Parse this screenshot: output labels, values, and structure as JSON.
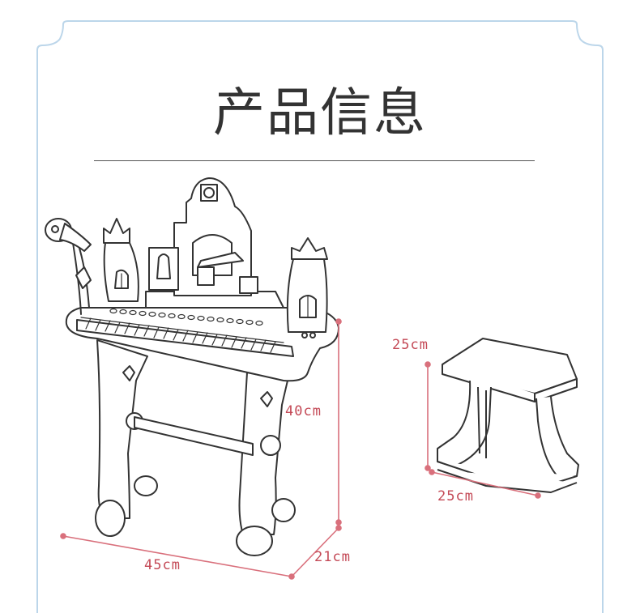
{
  "title": "产品信息",
  "dimensions": {
    "piano_height": "40cm",
    "piano_width": "45cm",
    "piano_depth": "21cm",
    "stool_height": "25cm",
    "stool_width": "25cm"
  },
  "colors": {
    "frame": "#bcd6ea",
    "dimension_line": "#d9707c",
    "dimension_text": "#c44a57",
    "line_art": "#333333"
  }
}
